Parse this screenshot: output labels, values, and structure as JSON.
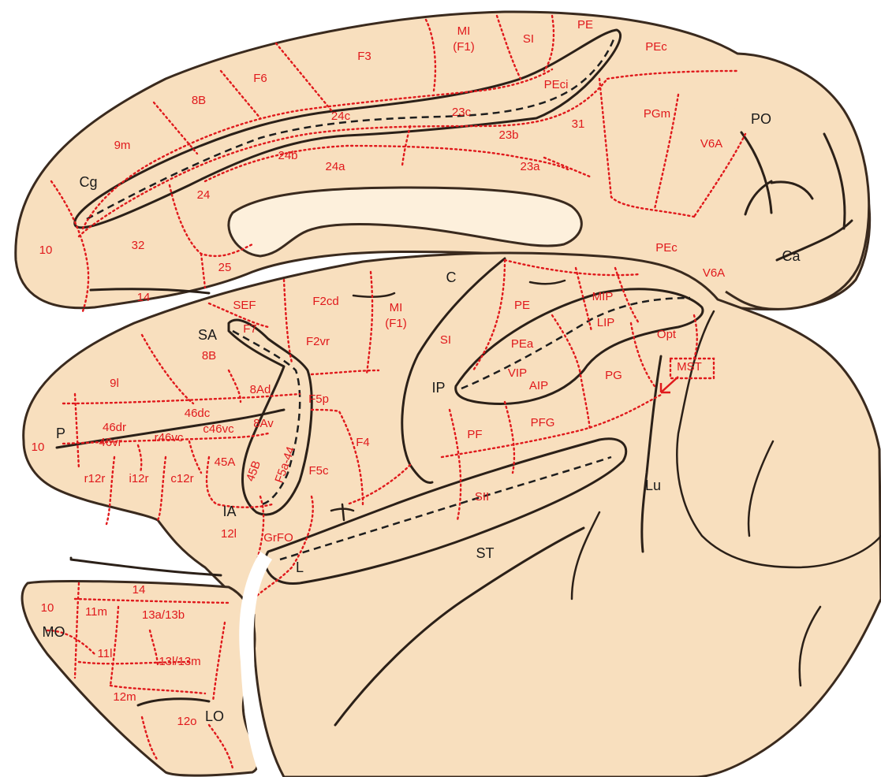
{
  "figure": {
    "description_free": true,
    "area_labels": {
      "a_mi1_line1": "MI",
      "a_mi1_line2": "(F1)",
      "a_si_top": "SI",
      "a_pe_top": "PE",
      "a_pec_top": "PEc",
      "a_f3": "F3",
      "a_f6": "F6",
      "a_peci": "PEci",
      "a_8b_top": "8B",
      "a_24c": "24c",
      "a_23c": "23c",
      "a_31": "31",
      "a_pgm": "PGm",
      "a_9m": "9m",
      "a_23b": "23b",
      "a_v6a_top": "V6A",
      "a_24b": "24b",
      "a_24a": "24a",
      "a_23a": "23a",
      "a_24": "24",
      "a_10_med": "10",
      "a_32": "32",
      "a_25": "25",
      "a_14_med": "14",
      "a_pec_lat": "PEc",
      "a_v6a_lat": "V6A",
      "a_sef": "SEF",
      "a_f2cd": "F2cd",
      "a_mi2_line1": "MI",
      "a_mi2_line2": "(F1)",
      "a_pe_lat": "PE",
      "a_mip": "MIP",
      "a_lip": "LIP",
      "a_f7": "F7",
      "a_8b_lat": "8B",
      "a_f2vr": "F2vr",
      "a_si_lat": "SI",
      "a_pea": "PEa",
      "a_opt": "Opt",
      "a_mst": "MST",
      "a_9l": "9l",
      "a_vip": "VIP",
      "a_pg": "PG",
      "a_8ad": "8Ad",
      "a_aip": "AIP",
      "a_f5p": "F5p",
      "a_46dc": "46dc",
      "a_46dr": "46dr",
      "a_c46vc": "c46vc",
      "a_8av": "8Av",
      "a_pf": "PF",
      "a_pfg": "PFG",
      "a_10_lat": "10",
      "a_46vr": "46vr",
      "a_r46vc": "r46vc",
      "a_f4": "F4",
      "a_45a": "45A",
      "a_45b": "45B",
      "a_f5a44": "F5a-44",
      "a_f5c": "F5c",
      "a_r12r": "r12r",
      "a_i12r": "i12r",
      "a_c12r": "c12r",
      "a_sii": "SII",
      "a_12l": "12l",
      "a_grfo": "GrFO",
      "a_14_orb": "14",
      "a_10_orb": "10",
      "a_11m": "11m",
      "a_13a13b": "13a/13b",
      "a_11l": "11l",
      "a_13l13m": "13l/13m",
      "a_12m": "12m",
      "a_12o": "12o"
    },
    "sulcus_labels": {
      "s_cg": "Cg",
      "s_po": "PO",
      "s_ca": "Ca",
      "s_c": "C",
      "s_sa": "SA",
      "s_ip": "IP",
      "s_p": "P",
      "s_ia": "IA",
      "s_lu": "Lu",
      "s_l": "L",
      "s_st": "ST",
      "s_mo": "MO",
      "s_lo": "LO"
    },
    "colors": {
      "tissue": "#f8dfbe",
      "corpus_callosum": "#fdf0dc",
      "outline": "#3a2a1e",
      "area_border": "#e0191c",
      "area_label": "#e0191c",
      "sulcus_label": "#1a1a1a"
    }
  }
}
